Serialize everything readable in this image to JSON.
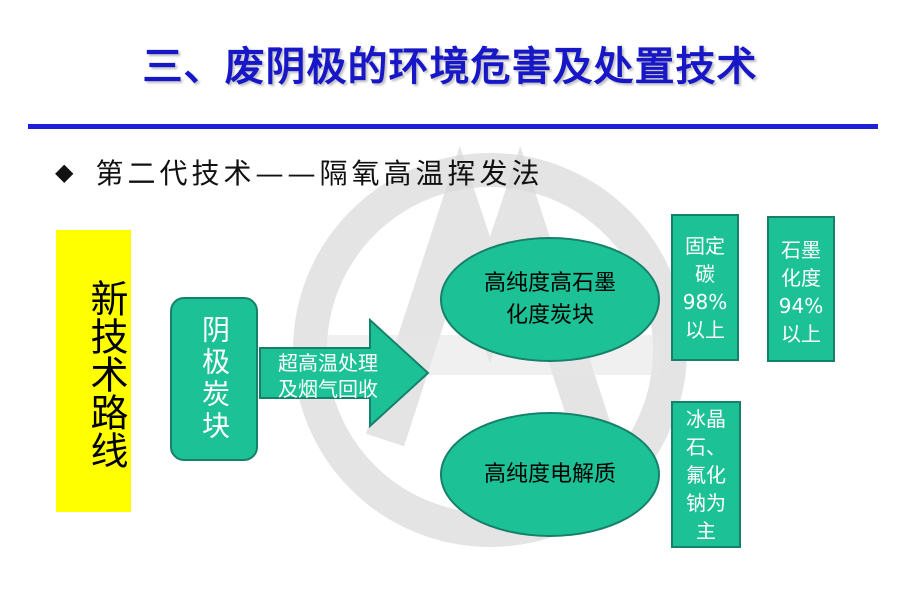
{
  "slide": {
    "title": "三、废阴极的环境危害及处置技术",
    "subtitle_bullet": "◆",
    "subtitle": "第二代技术——隔氧高温挥发法"
  },
  "diagram": {
    "side_label": "新技术路线",
    "source": "阴极炭块",
    "process": "超高温处理及烟气回收",
    "product_top": "高纯度高石墨化度炭块",
    "product_bottom": "高纯度电解质",
    "detail_carbon": "固定\n碳\n98%\n以上",
    "detail_graphite": "石墨\n化度\n94%\n以上",
    "detail_electrolyte": "冰晶\n石、\n氟化\n钠为\n主"
  },
  "colors": {
    "title": "#1717c8",
    "rule": "#1f1fd6",
    "highlight": "#ffff00",
    "shape_fill": "#1cc196",
    "shape_border": "#16806b"
  }
}
